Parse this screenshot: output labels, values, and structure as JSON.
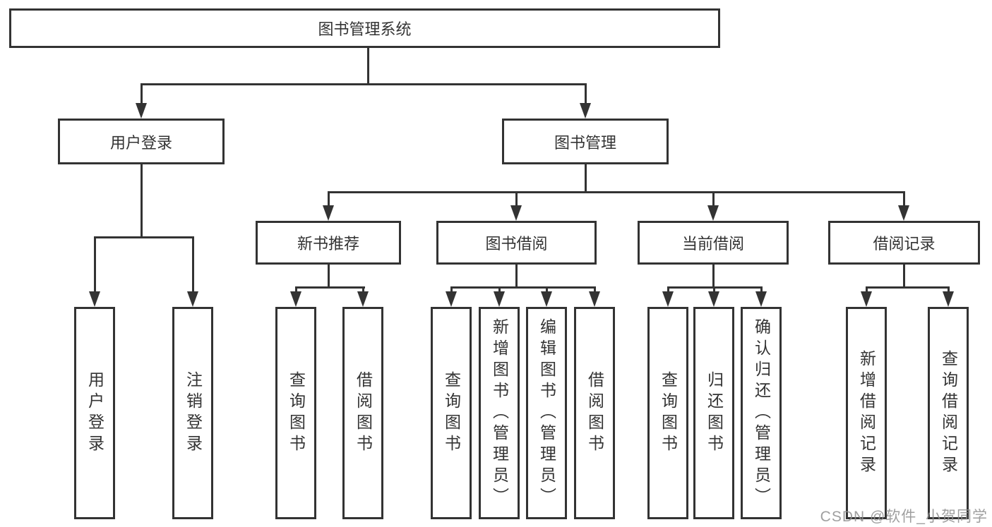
{
  "diagram": {
    "root": {
      "label": "图书管理系统"
    },
    "level2": [
      {
        "label": "用户登录"
      },
      {
        "label": "图书管理"
      }
    ],
    "level3": [
      {
        "label": "新书推荐"
      },
      {
        "label": "图书借阅"
      },
      {
        "label": "当前借阅"
      },
      {
        "label": "借阅记录"
      }
    ],
    "leaves": {
      "user_login": [
        "用户登录",
        "注销登录"
      ],
      "new_book": [
        "查询图书",
        "借阅图书"
      ],
      "book_borrow": [
        "查询图书",
        "新增图书（管理员）",
        "编辑图书（管理员）",
        "借阅图书"
      ],
      "current_borrow": [
        "查询图书",
        "归还图书",
        "确认归还（管理员）"
      ],
      "borrow_record": [
        "新增借阅记录",
        "查询借阅记录"
      ]
    }
  },
  "watermark": {
    "text": "CSDN @软件_小贺同学"
  },
  "colors": {
    "line": "#333333",
    "background": "#ffffff",
    "watermark": "#8f8f8f"
  }
}
